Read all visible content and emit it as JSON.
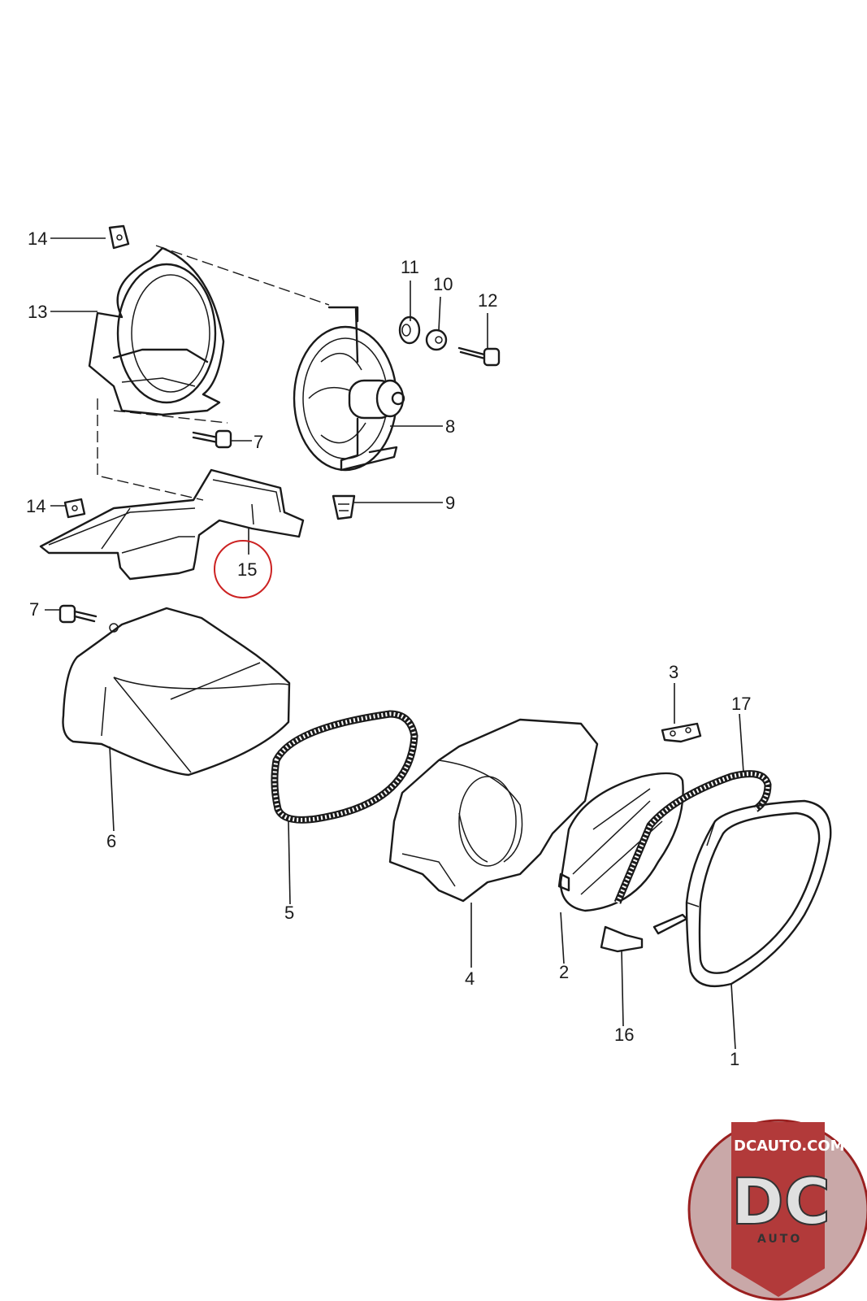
{
  "callouts": {
    "c1": "1",
    "c2": "2",
    "c3": "3",
    "c4": "4",
    "c5": "5",
    "c6": "6",
    "c7a": "7",
    "c7b": "7",
    "c8": "8",
    "c9": "9",
    "c10": "10",
    "c11": "11",
    "c12": "12",
    "c13": "13",
    "c14a": "14",
    "c14b": "14",
    "c15": "15",
    "c16": "16",
    "c17": "17"
  },
  "highlight": {
    "callout": "15",
    "color": "#cc2222"
  },
  "watermark": {
    "top_text": "DCAUTO.COM",
    "big_text": "DC",
    "bottom_text": "AUTO",
    "colors": {
      "ring": "#9a2020",
      "badge": "#b23a3a"
    }
  }
}
